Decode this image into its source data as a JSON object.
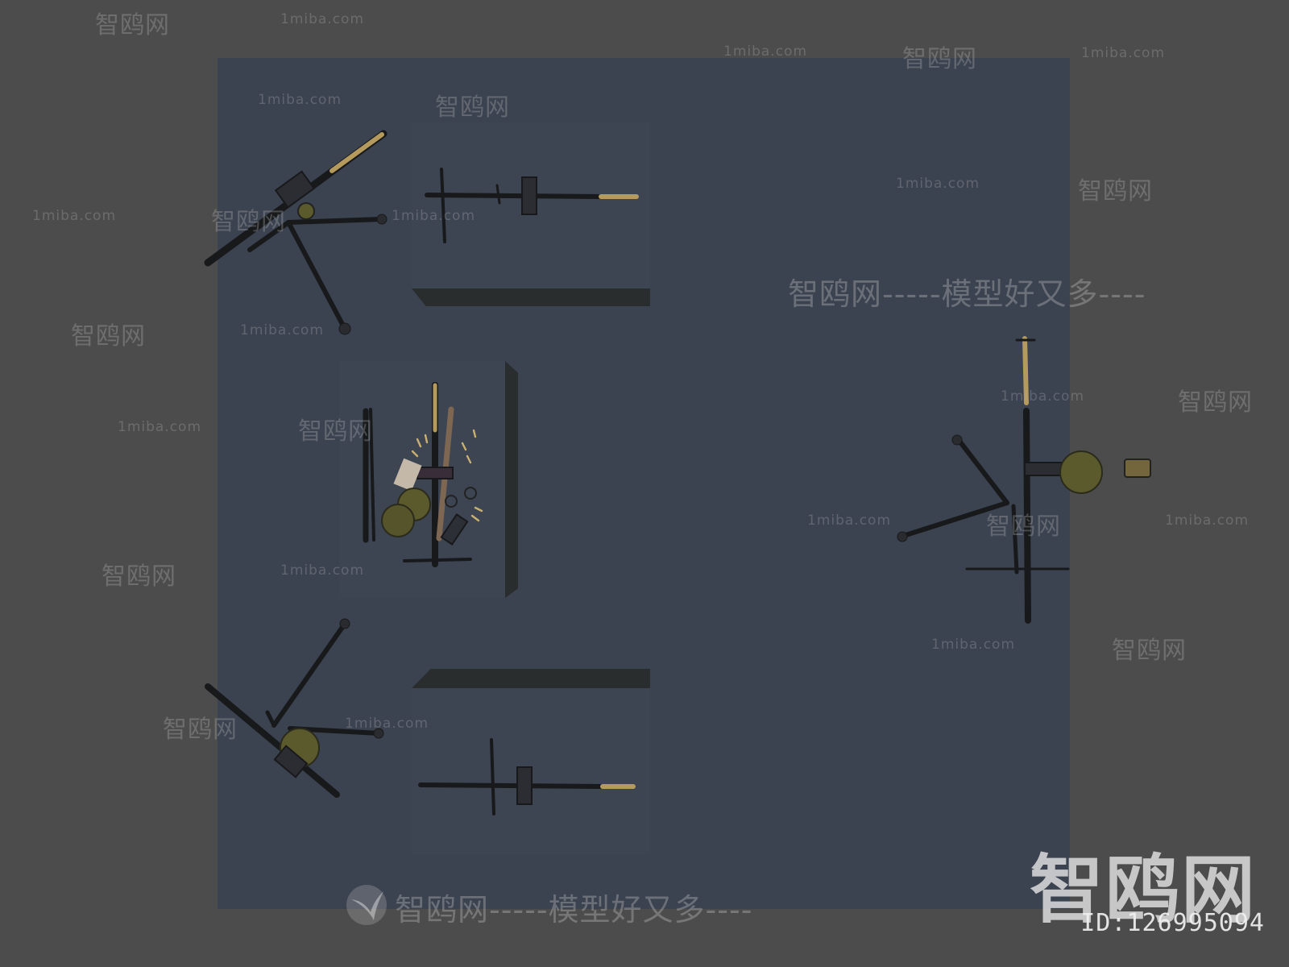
{
  "watermarks": {
    "site_cn": "智鸥网",
    "site_url": "1miba.com",
    "slogan": "智鸥网-----模型好又多----",
    "brand_large": "智鸥网",
    "id_text": "ID:126995094"
  },
  "colors": {
    "outer_background": "#4c4c4c",
    "viewport_background": "#3b4250",
    "box_shadow_side": "#2a2d2e",
    "brass": "#b49a5c",
    "gun_metal": "#1b1d20",
    "helmet_green": "#5b5a2c"
  },
  "icons": [
    "bird-logo-icon"
  ]
}
